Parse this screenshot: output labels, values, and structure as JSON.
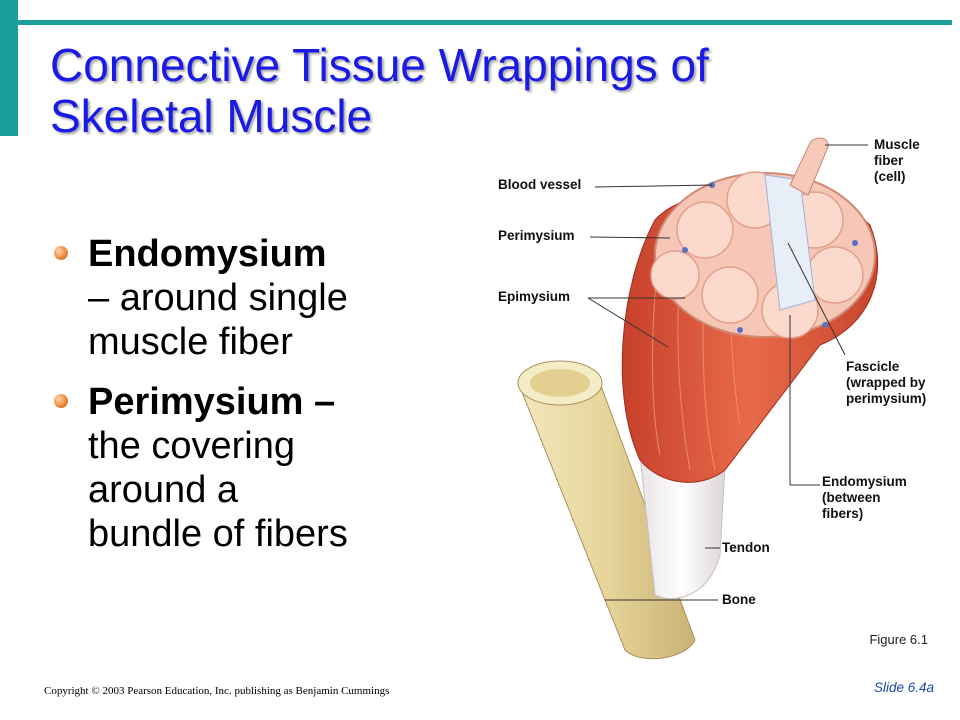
{
  "slide": {
    "title_lines": [
      "Connective Tissue Wrappings of",
      "Skeletal Muscle"
    ],
    "bullets": [
      {
        "term": "Endomysium",
        "rest_lines": [
          "– around single",
          "muscle fiber"
        ]
      },
      {
        "term": "Perimysium –",
        "rest_lines": [
          "the covering",
          "around a",
          "bundle of fibers"
        ]
      }
    ],
    "figure_labels": {
      "muscle_fiber": [
        "Muscle",
        "fiber",
        "(cell)"
      ],
      "blood_vessel": "Blood vessel",
      "perimysium": "Perimysium",
      "epimysium": "Epimysium",
      "fascicle": [
        "Fascicle",
        "(wrapped by",
        "perimysium)"
      ],
      "endomysium": [
        "Endomysium",
        "(between",
        "fibers)"
      ],
      "tendon": "Tendon",
      "bone": "Bone"
    },
    "figure_caption": "Figure 6.1",
    "copyright": "Copyright © 2003 Pearson Education, Inc. publishing as Benjamin Cummings",
    "slide_number": "Slide 6.4a"
  },
  "colors": {
    "accent_bar": "#1a9e9e",
    "title": "#1a1ae6",
    "bullet": "#f08a3c",
    "slide_number": "#1a4aa8",
    "muscle": "#d9533a",
    "bone": "#e8d9a0"
  }
}
